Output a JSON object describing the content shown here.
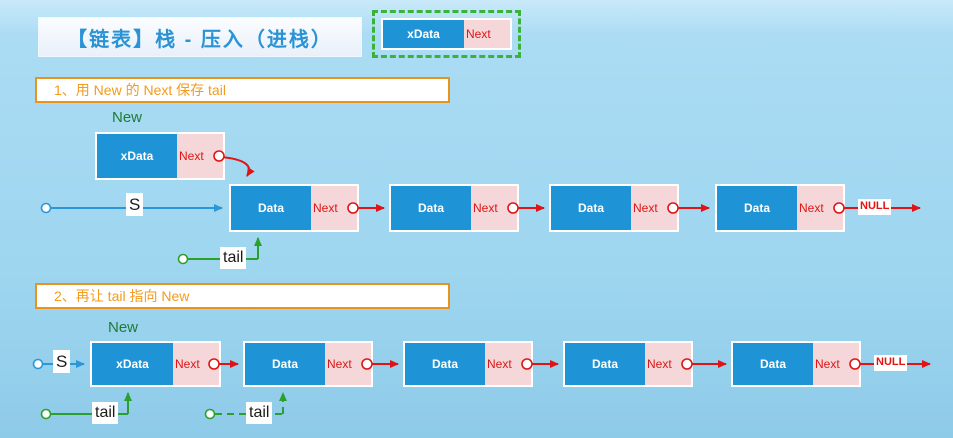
{
  "title": "【链表】栈 - 压入（进栈）",
  "legend": {
    "xdata": "xData",
    "next": "Next"
  },
  "steps": [
    "1、用 New 的 Next 保存 tail",
    "2、再让 tail 指向 New"
  ],
  "labels": {
    "new": "New",
    "list_pointer": "S",
    "tail": "tail",
    "null_text": "NULL"
  },
  "node": {
    "data": "Data",
    "xdata": "xData",
    "next": "Next"
  },
  "colors": {
    "background": "#9dd5ef",
    "node_blue": "#1e93d6",
    "node_pink": "#f6d7d9",
    "red_accent": "#e01414",
    "green_accent": "#2ca02c",
    "new_label_green": "#1e7c34",
    "legend_border_green": "#3bb33b",
    "step_border_orange": "#e8941c",
    "step_text_orange": "#f39b1d",
    "title_blue": "#2a93d5"
  }
}
